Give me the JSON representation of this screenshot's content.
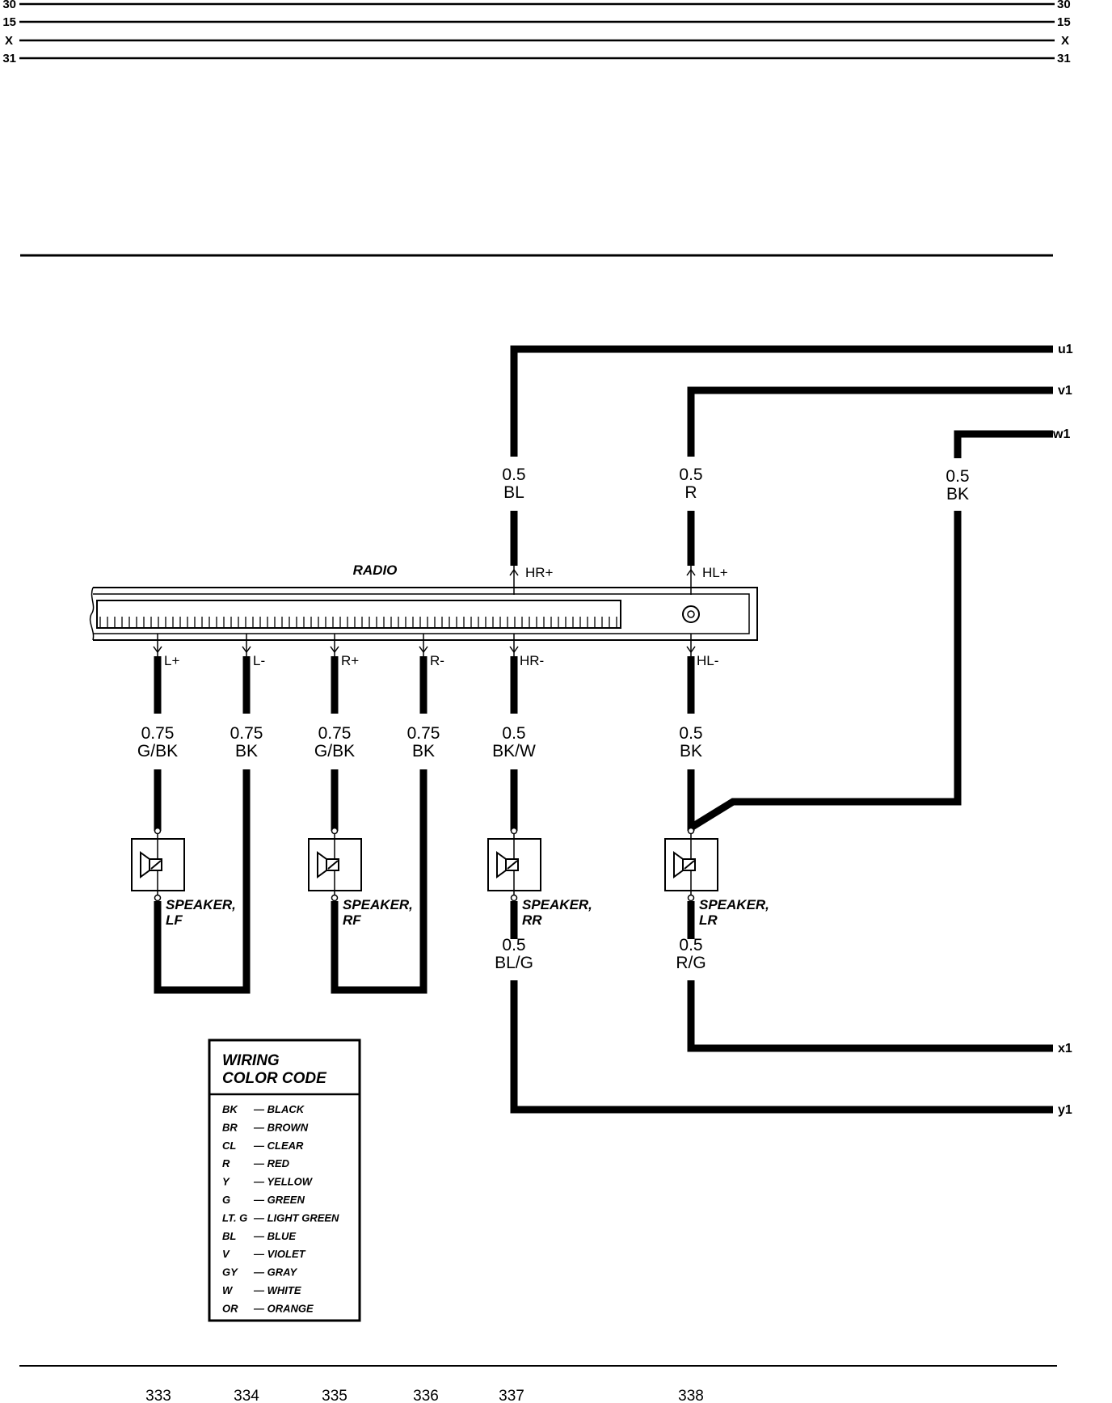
{
  "bus_labels": [
    "30",
    "15",
    "X",
    "31"
  ],
  "radio": {
    "title": "RADIO",
    "pins_top": [
      "HR+",
      "HL+"
    ],
    "pins_bottom": [
      "L+",
      "L-",
      "R+",
      "R-",
      "HR-",
      "HL-"
    ]
  },
  "wires": [
    {
      "size": "0.5",
      "color": "BL"
    },
    {
      "size": "0.5",
      "color": "R"
    },
    {
      "size": "0.5",
      "color": "BK"
    },
    {
      "size": "0.75",
      "color": "G/BK"
    },
    {
      "size": "0.75",
      "color": "BK"
    },
    {
      "size": "0.75",
      "color": "G/BK"
    },
    {
      "size": "0.75",
      "color": "BK"
    },
    {
      "size": "0.5",
      "color": "BK/W"
    },
    {
      "size": "0.5",
      "color": "BK"
    },
    {
      "size": "0.5",
      "color": "BL/G"
    },
    {
      "size": "0.5",
      "color": "R/G"
    }
  ],
  "speakers": [
    {
      "name": "SPEAKER,",
      "position": "LF"
    },
    {
      "name": "SPEAKER,",
      "position": "RF"
    },
    {
      "name": "SPEAKER,",
      "position": "RR"
    },
    {
      "name": "SPEAKER,",
      "position": "LR"
    }
  ],
  "connectors": [
    "u1",
    "v1",
    "w1",
    "x1",
    "y1"
  ],
  "legend": {
    "title_line1": "WIRING",
    "title_line2": "COLOR CODE",
    "entries": [
      {
        "code": "BK",
        "name": "— BLACK"
      },
      {
        "code": "BR",
        "name": "— BROWN"
      },
      {
        "code": "CL",
        "name": "— CLEAR"
      },
      {
        "code": "R",
        "name": "— RED"
      },
      {
        "code": "Y",
        "name": "— YELLOW"
      },
      {
        "code": "G",
        "name": "— GREEN"
      },
      {
        "code": "LT. G",
        "name": "— LIGHT GREEN"
      },
      {
        "code": "BL",
        "name": "— BLUE"
      },
      {
        "code": "V",
        "name": "— VIOLET"
      },
      {
        "code": "GY",
        "name": "— GRAY"
      },
      {
        "code": "W",
        "name": "— WHITE"
      },
      {
        "code": "OR",
        "name": "— ORANGE"
      }
    ]
  },
  "grid_numbers": [
    "333",
    "334",
    "335",
    "336",
    "337",
    "338"
  ]
}
